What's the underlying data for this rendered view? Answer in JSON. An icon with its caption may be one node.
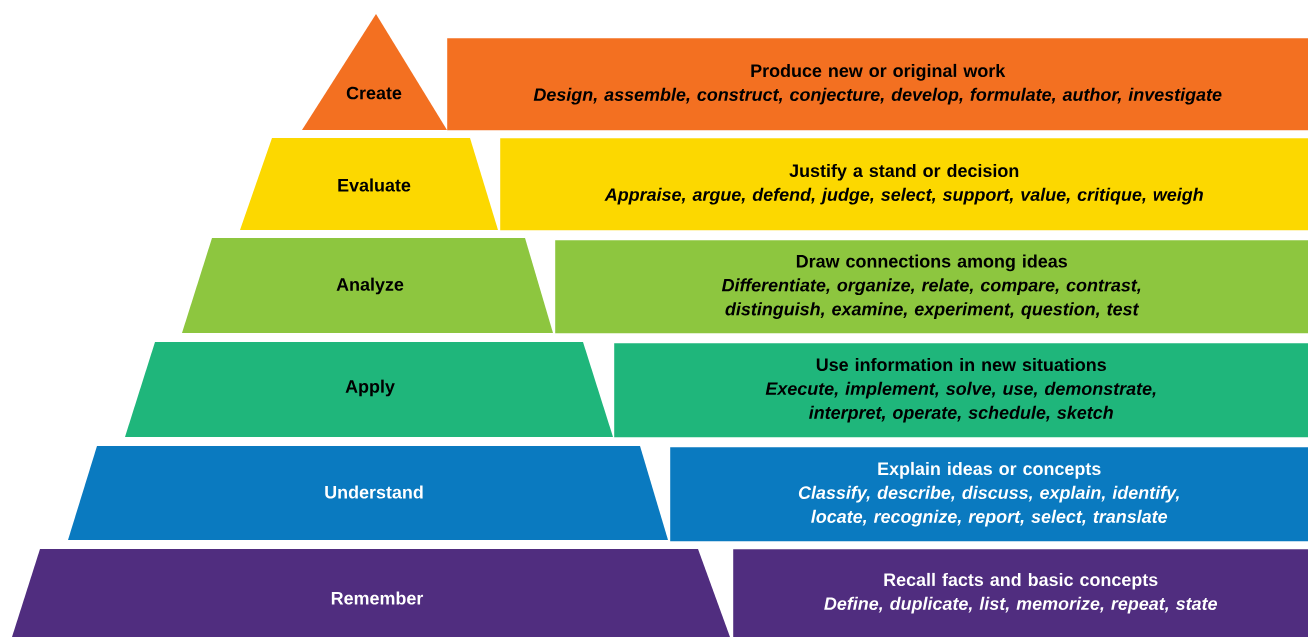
{
  "diagram": {
    "nodes": [
      {
        "text": [
          "Create"
        ]
      },
      {
        "text": [
          "Produce new or original work",
          "Design, assemble, construct, conjecture, develop, formulate, author, investigate"
        ]
      },
      {
        "text": [
          "Evaluate"
        ]
      },
      {
        "text": [
          "Justify a stand or decision",
          "Appraise, argue, defend, judge, select, support, value, critique, weigh"
        ]
      },
      {
        "text": [
          "Analyze"
        ]
      },
      {
        "text": [
          "Draw connections among ideas",
          "Differentiate, organize, relate, compare, contrast, distinguish, examine, experiment, question, test"
        ]
      },
      {
        "text": [
          "Apply"
        ]
      },
      {
        "text": [
          "Use information in new situations",
          "Execute, implement, solve, use, demonstrate, interpret, operate, schedule, sketch"
        ]
      },
      {
        "text": [
          "Understand"
        ]
      },
      {
        "text": [
          "Explain ideas or concepts",
          "Classify, describe, discuss, explain, identify, locate, recognize, report, select, translate"
        ]
      },
      {
        "text": [
          "Remember"
        ]
      },
      {
        "text": [
          "Recall facts and basic concepts",
          "Define, duplicate, list, memorize, repeat, state"
        ]
      }
    ]
  }
}
